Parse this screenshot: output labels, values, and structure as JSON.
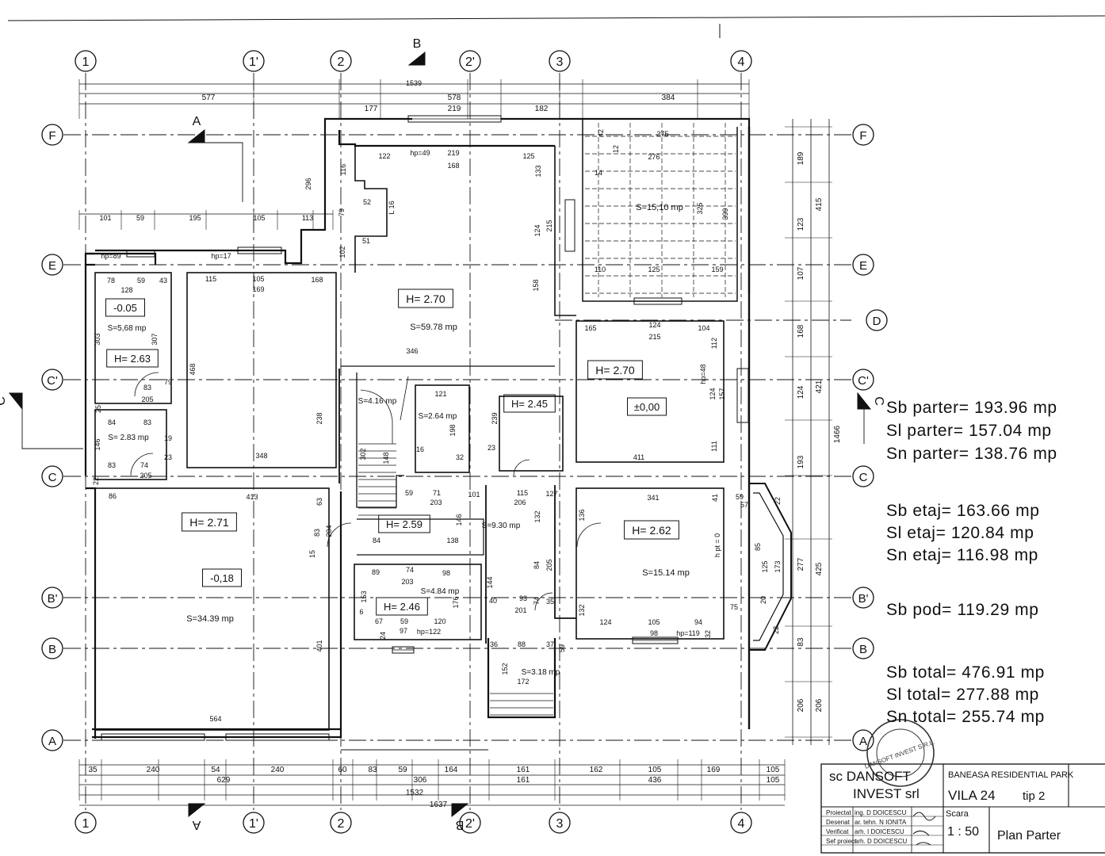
{
  "axes": {
    "vertical": [
      "1",
      "1'",
      "2",
      "2'",
      "3",
      "4"
    ],
    "horizontal": [
      "F",
      "E",
      "D",
      "C'",
      "C",
      "B'",
      "B",
      "A"
    ]
  },
  "sections": {
    "a": "A",
    "b": "B",
    "c": "C"
  },
  "overall_dims": {
    "top_total": "1539",
    "top_577": "577",
    "top_578": "578",
    "top_384": "384",
    "top_177": "177",
    "top_219": "219",
    "top_182": "182",
    "bottom_total": "1532",
    "bottom_outer": "1637",
    "bottom_35": "35",
    "bottom_240a": "240",
    "bottom_54": "54",
    "bottom_240b": "240",
    "bottom_60": "60",
    "bottom_83": "83",
    "bottom_59": "59",
    "bottom_164": "164",
    "bottom_161a": "161",
    "bottom_162": "162",
    "bottom_105a": "105",
    "bottom_169": "169",
    "bottom_105b": "105",
    "bottom_629": "629",
    "bottom_306": "306",
    "bottom_161b": "161",
    "bottom_436": "436",
    "bottom_105c": "105",
    "right_189": "189",
    "right_123": "123",
    "right_107": "107",
    "right_168": "168",
    "right_124": "124",
    "right_193": "193",
    "right_277": "277",
    "right_83": "83",
    "right_206a": "206",
    "right_415": "415",
    "right_421": "421",
    "right_425": "425",
    "right_206b": "206",
    "right_1466": "1466"
  },
  "inner_dims": [
    "101",
    "59",
    "195",
    "105",
    "113",
    "296",
    "116",
    "122",
    "hp=49",
    "219",
    "168",
    "125",
    "133",
    "52",
    "51",
    "L 16",
    "102",
    "79",
    "124",
    "215",
    "158",
    "hp=89",
    "hp=17",
    "78",
    "59",
    "43",
    "128",
    "115",
    "105",
    "169",
    "168",
    "303",
    "307",
    "468",
    "346",
    "238",
    "348",
    "79",
    "83",
    "205",
    "25",
    "84",
    "83",
    "146",
    "19",
    "23",
    "83",
    "74",
    "205",
    "22",
    "86",
    "413",
    "63",
    "83",
    "204",
    "15",
    "401",
    "564",
    "121",
    "198",
    "302",
    "148",
    "16",
    "32",
    "59",
    "71",
    "203",
    "101",
    "115",
    "206",
    "127",
    "84",
    "138",
    "146",
    "132",
    "84",
    "205",
    "239",
    "23",
    "89",
    "74",
    "98",
    "203",
    "153",
    "176",
    "6",
    "67",
    "59",
    "120",
    "24",
    "97",
    "hp=122",
    "144",
    "40",
    "93",
    "201",
    "74",
    "35",
    "36",
    "88",
    "37",
    "59",
    "152",
    "172",
    "375",
    "276",
    "42",
    "12",
    "14",
    "325",
    "399",
    "110",
    "125",
    "159",
    "165",
    "124",
    "215",
    "104",
    "112",
    "hp=48",
    "124",
    "157",
    "111",
    "411",
    "341",
    "41",
    "59",
    "22",
    "136",
    "h pt = 0",
    "132",
    "124",
    "105",
    "98",
    "94",
    "hp=119",
    "32",
    "75",
    "57",
    "125",
    "173",
    "20",
    "22",
    "85"
  ],
  "rooms": [
    {
      "h": "H= 2.70",
      "area": "S=59.78 mp"
    },
    {
      "area": "S=15,10 mp"
    },
    {
      "level": "-0.05",
      "area": "S=5,68 mp",
      "h": "H= 2.63"
    },
    {
      "area": "S= 2.83 mp"
    },
    {
      "area": "S=4.16 mp"
    },
    {
      "area": "S=2.64 mp"
    },
    {
      "h": "H= 2.45"
    },
    {
      "h": "H= 2.70",
      "level": "±0,00"
    },
    {
      "h": "H= 2.71",
      "level": "-0,18",
      "area": "S=34.39 mp"
    },
    {
      "h": "H= 2.59"
    },
    {
      "area": "S=9.30 mp"
    },
    {
      "area": "S=4.84 mp",
      "h": "H= 2.46"
    },
    {
      "h": "H= 2.62",
      "area": "S=15.14 mp"
    },
    {
      "area": "S=3.18 mp"
    }
  ],
  "stats": {
    "sb_parter": "Sb parter= 193.96  mp",
    "sl_parter": "Sl parter= 157.04  mp",
    "sn_parter": "Sn parter= 138.76  mp",
    "sb_etaj": "Sb etaj= 163.66  mp",
    "sl_etaj": "Sl etaj= 120.84  mp",
    "sn_etaj": "Sn etaj= 116.98  mp",
    "sb_pod": "Sb pod= 119.29  mp",
    "sb_total": "Sb total= 476.91  mp",
    "sl_total": "Sl total= 277.88  mp",
    "sn_total": "Sn total= 255.74  mp"
  },
  "title_block": {
    "company_line1": "sc DANSOFT",
    "company_line2": "INVEST srl",
    "project": "BANEASA RESIDENTIAL PARK",
    "vila": "VILA 24",
    "tip": "tip 2",
    "roles": [
      "Proiectat",
      "Desenat",
      "Verificat",
      "Sef proiect"
    ],
    "people": [
      "ing. D DOICESCU",
      "ar. tehn. N IONITA",
      "arh. I DOICESCU",
      "arh. D DOICESCU"
    ],
    "scale_label": "Scara",
    "scale": "1 : 50",
    "sheet": "Plan Parter",
    "stamp_text": "DANSOFT INVEST S.R.L."
  }
}
